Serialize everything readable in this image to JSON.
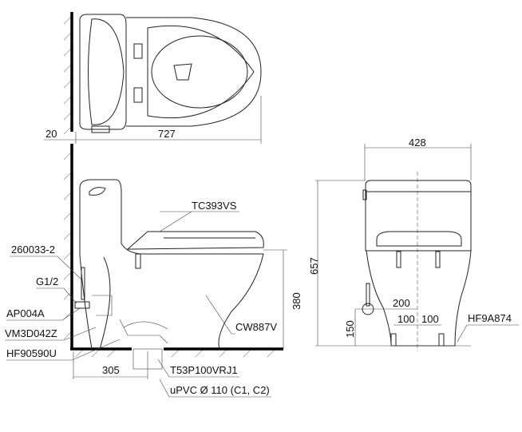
{
  "top_view": {
    "dim_wall_gap": "20",
    "dim_length": "727"
  },
  "side_view": {
    "labels": {
      "seat": "TC393VS",
      "hose": "260033-2",
      "thread": "G1/2",
      "angle_valve": "AP004A",
      "valve": "VM3D042Z",
      "flange": "HF90590U",
      "bowl": "CW887V",
      "drain": "T53P100VRJ1",
      "pipe": "uPVC Ø 110 (C1, C2)"
    },
    "dim_rough_in": "305",
    "dim_seat_height": "380"
  },
  "front_view": {
    "dim_width": "428",
    "dim_height": "657",
    "dim_inlet_height": "150",
    "dim_inlet_offset": "200",
    "dim_bolt_left": "100",
    "dim_bolt_right": "100",
    "label_bolts": "HF9A874"
  }
}
